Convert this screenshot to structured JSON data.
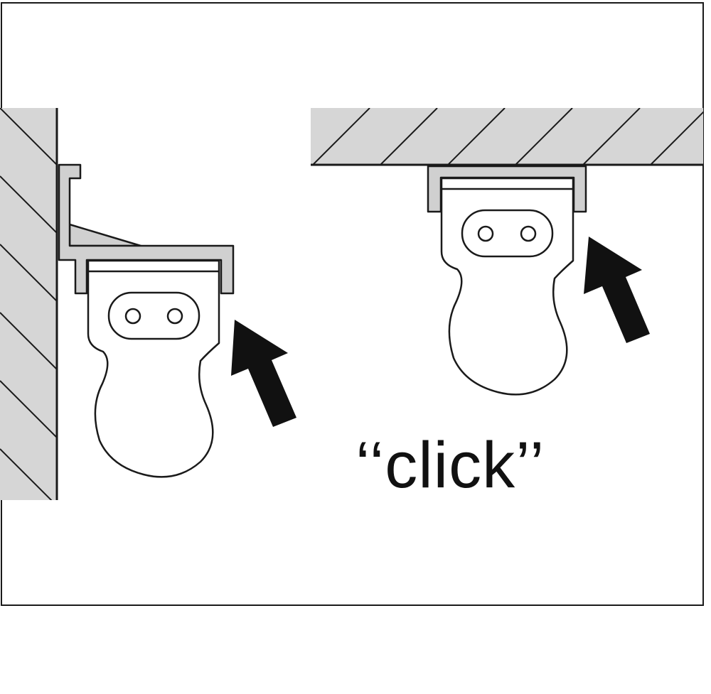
{
  "diagram": {
    "annotation_text": "‘‘click’’",
    "colors": {
      "stroke": "#1a1a1a",
      "wall_fill": "#d6d6d6",
      "bracket_fill": "#d0d0d0",
      "background": "#ffffff",
      "arrow": "#111111"
    },
    "panels": [
      {
        "mount": "wall",
        "arrow_icon": "arrow-up-left-icon"
      },
      {
        "mount": "ceiling",
        "arrow_icon": "arrow-up-left-icon"
      }
    ]
  }
}
